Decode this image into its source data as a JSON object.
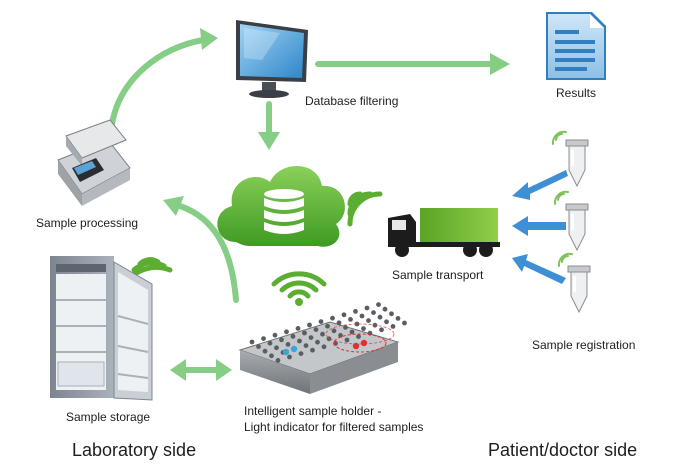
{
  "labels": {
    "database_filtering": "Database filtering",
    "results": "Results",
    "sample_processing": "Sample processing",
    "sample_transport": "Sample transport",
    "sample_registration": "Sample registration",
    "sample_storage": "Sample storage",
    "holder_line1": "Intelligent sample holder -",
    "holder_line2": "Light indicator for filtered samples"
  },
  "sides": {
    "laboratory": "Laboratory side",
    "patient": "Patient/doctor side"
  },
  "colors": {
    "flow_arrow": "#86cd86",
    "blue_arrow": "#3f8fd6",
    "cloud_green": "#5cae32",
    "truck_green": "#6aad2c",
    "wifi_green": "#5cae32",
    "indicator_red": "#e03030"
  },
  "icons": [
    "computer-monitor-icon",
    "results-document-icon",
    "thermal-cycler-icon",
    "database-cloud-icon",
    "truck-icon",
    "sample-tube-icon",
    "refrigerator-icon",
    "sample-rack-icon",
    "wifi-signal-icon"
  ]
}
